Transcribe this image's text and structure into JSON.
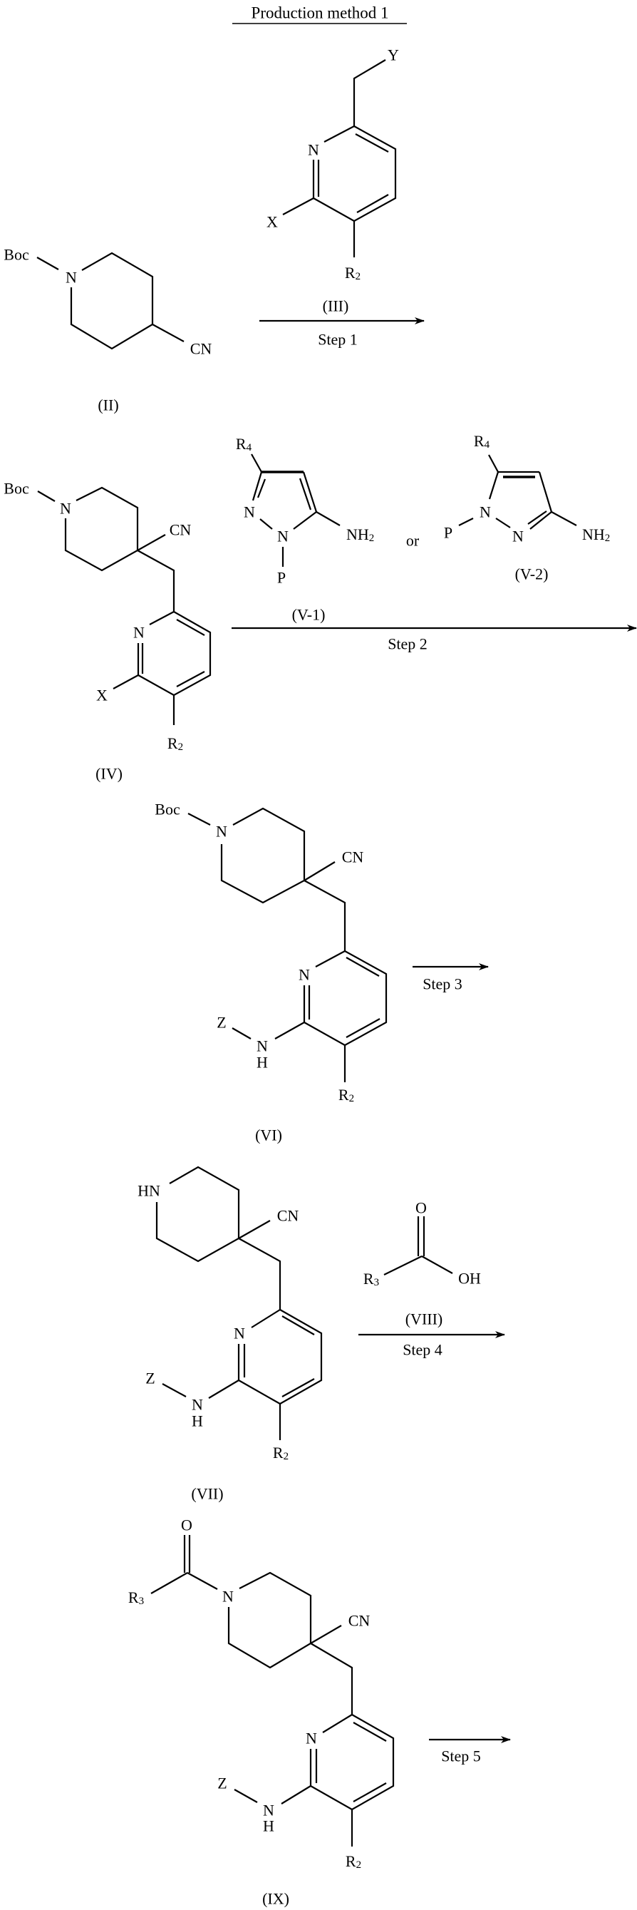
{
  "title": "Production method 1",
  "atoms": {
    "N": "N",
    "HN": "HN",
    "H": "H",
    "O": "O",
    "OH": "OH",
    "CN": "CN",
    "Boc": "Boc",
    "X": "X",
    "Y": "Y",
    "Z": "Z",
    "P": "P",
    "R": "R",
    "NH": "NH",
    "sub2": "2",
    "sub3": "3",
    "sub4": "4"
  },
  "compounds": {
    "II": "(II)",
    "III": "(III)",
    "IV": "(IV)",
    "V1": "(V-1)",
    "V2": "(V-2)",
    "VI": "(VI)",
    "VII": "(VII)",
    "VIII": "(VIII)",
    "IX": "(IX)"
  },
  "steps": {
    "step1": "Step 1",
    "step2": "Step 2",
    "step3": "Step 3",
    "step4": "Step 4",
    "step5": "Step 5"
  },
  "connector_or": "or"
}
